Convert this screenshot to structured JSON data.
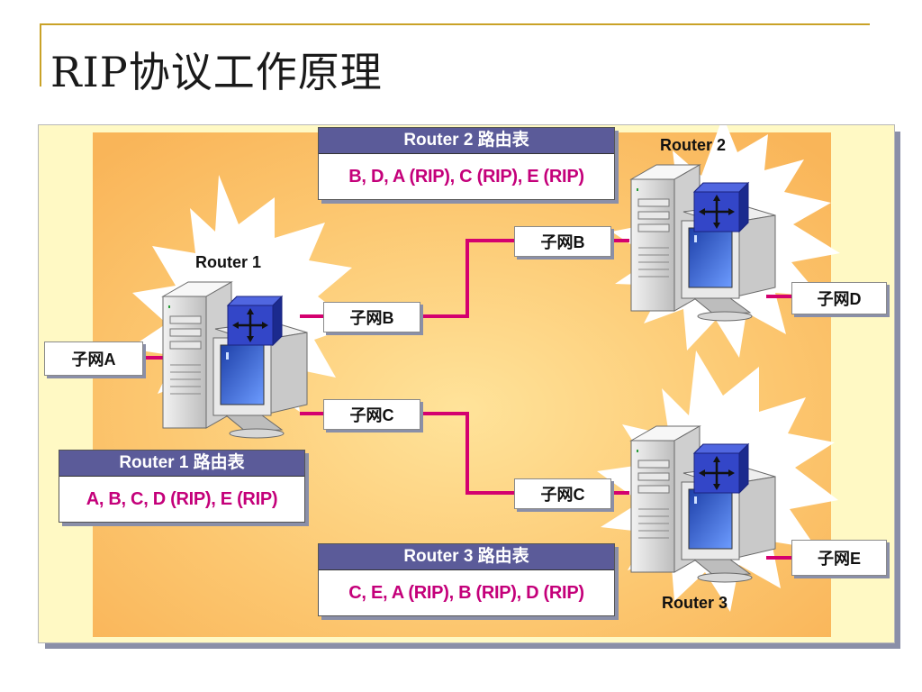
{
  "slide": {
    "title": "RIP协议工作原理"
  },
  "routers": [
    {
      "id": "router1",
      "name": "Router 1"
    },
    {
      "id": "router2",
      "name": "Router 2"
    },
    {
      "id": "router3",
      "name": "Router 3"
    }
  ],
  "routing_tables": {
    "router1": {
      "header": "Router 1 路由表",
      "entries": "A, B, C, D (RIP), E (RIP)"
    },
    "router2": {
      "header": "Router 2 路由表",
      "entries": "B, D, A (RIP), C (RIP), E (RIP)"
    },
    "router3": {
      "header": "Router 3 路由表",
      "entries": "C, E, A (RIP), B (RIP), D (RIP)"
    }
  },
  "subnets": {
    "a": "子网A",
    "b_router1": "子网B",
    "c_router1": "子网C",
    "b_router2": "子网B",
    "d": "子网D",
    "c_router3": "子网C",
    "e": "子网E"
  },
  "colors": {
    "link": "#d4006f",
    "table_header": "#5b5b99",
    "table_text": "#c4007a",
    "burst_bg": "#fcc068",
    "panel_bg": "#fff9c4",
    "router_icon": "#3346c8"
  }
}
